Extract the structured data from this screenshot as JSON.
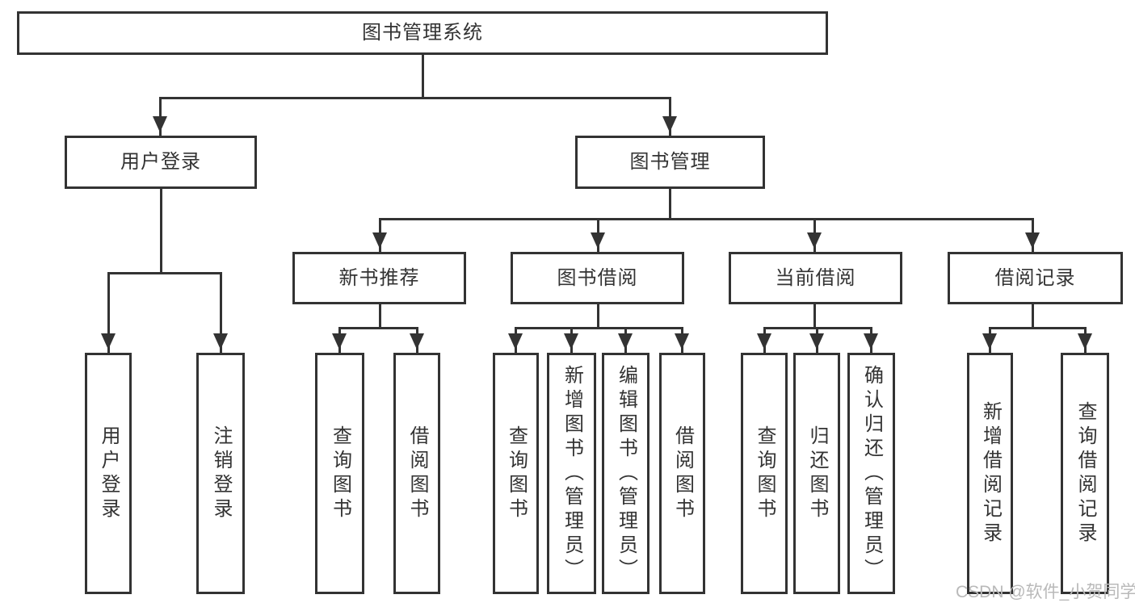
{
  "title": "图书管理系统",
  "level1": [
    {
      "label": "用户登录"
    },
    {
      "label": "图书管理"
    }
  ],
  "level2": [
    {
      "label": "新书推荐"
    },
    {
      "label": "图书借阅"
    },
    {
      "label": "当前借阅"
    },
    {
      "label": "借阅记录"
    }
  ],
  "leaves": {
    "login": [
      "用户登录",
      "注销登录"
    ],
    "recommend": [
      "查询图书",
      "借阅图书"
    ],
    "borrow": [
      "查询图书",
      "新增图书（管理员）",
      "编辑图书（管理员）",
      "借阅图书"
    ],
    "current": [
      "查询图书",
      "归还图书",
      "确认归还（管理员）"
    ],
    "records": [
      "新增借阅记录",
      "查询借阅记录"
    ]
  },
  "watermark": "CSDN @软件_小贺同学",
  "colors": {
    "line": "#333333",
    "box_background": "#ffffff",
    "text": "#333333",
    "watermark": "#b9b9b9"
  }
}
